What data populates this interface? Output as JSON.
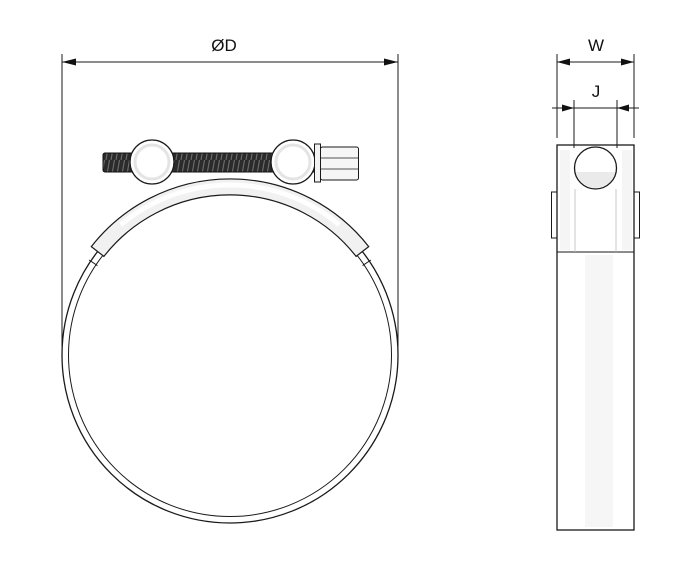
{
  "diagram": {
    "type": "technical-drawing",
    "subject": "heavy-duty t-bolt hose clamp, front and side orthographic views",
    "front_view": {
      "dimension_label": "ØD"
    },
    "side_view": {
      "width_label": "W",
      "bolt_label": "J"
    },
    "colors": {
      "line": "#1a1a1a",
      "background": "#ffffff",
      "bridge_fill": "#f1f1f1",
      "thread_fill": "#2b2b2b",
      "shade": "#ededed"
    }
  }
}
